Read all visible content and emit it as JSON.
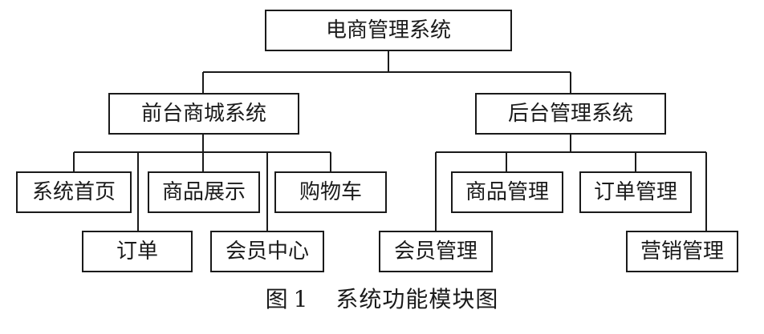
{
  "diagram": {
    "root": {
      "label": "电商管理系统"
    },
    "front": {
      "label": "前台商城系统",
      "modules": [
        {
          "label": "系统首页"
        },
        {
          "label": "订单"
        },
        {
          "label": "商品展示"
        },
        {
          "label": "会员中心"
        },
        {
          "label": "购物车"
        }
      ]
    },
    "back": {
      "label": "后台管理系统",
      "modules": [
        {
          "label": "会员管理"
        },
        {
          "label": "商品管理"
        },
        {
          "label": "订单管理"
        },
        {
          "label": "营销管理"
        }
      ]
    }
  },
  "caption": {
    "prefix": "图",
    "number": "1",
    "title": "系统功能模块图"
  }
}
